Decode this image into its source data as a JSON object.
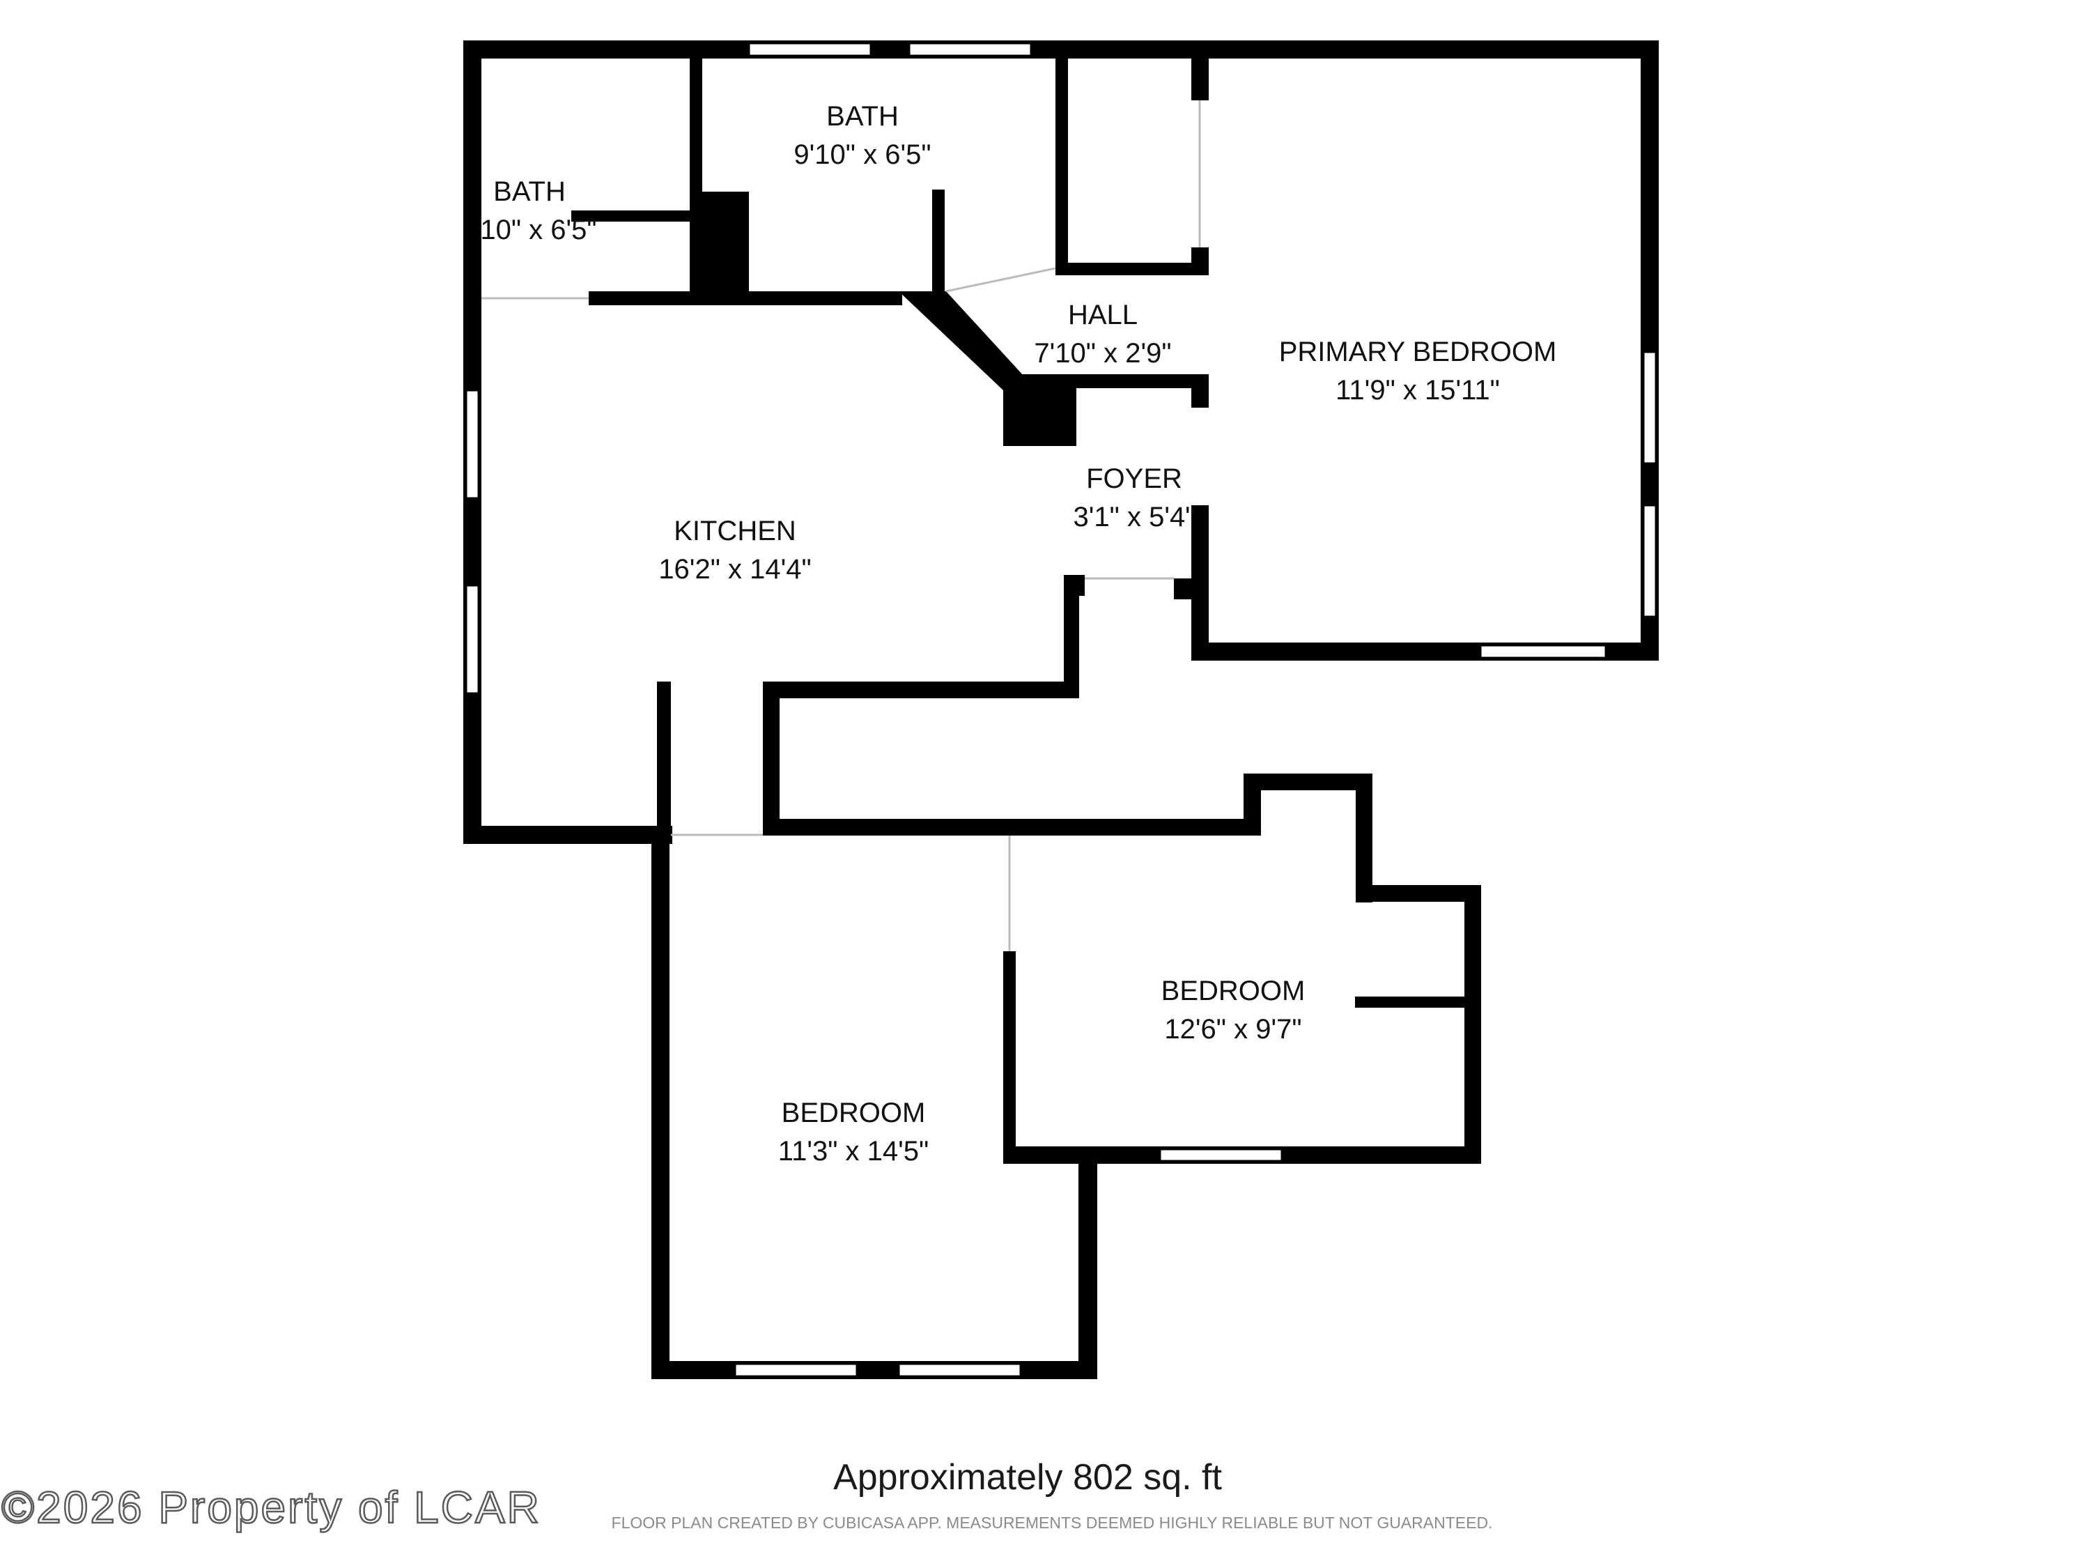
{
  "rooms": {
    "bath_left": {
      "name": "BATH",
      "dims": "10\" x 6'5\""
    },
    "bath_top": {
      "name": "BATH",
      "dims": "9'10\" x 6'5\""
    },
    "hall": {
      "name": "HALL",
      "dims": "7'10\" x 2'9\""
    },
    "primary_bedroom": {
      "name": "PRIMARY BEDROOM",
      "dims": "11'9\" x 15'11\""
    },
    "kitchen": {
      "name": "KITCHEN",
      "dims": "16'2\" x 14'4\""
    },
    "foyer": {
      "name": "FOYER",
      "dims": "3'1\" x 5'4\""
    },
    "bedroom_right": {
      "name": "BEDROOM",
      "dims": "12'6\" x 9'7\""
    },
    "bedroom_bottom": {
      "name": "BEDROOM",
      "dims": "11'3\" x 14'5\""
    }
  },
  "footer": {
    "area": "Approximately 802 sq. ft",
    "disclaimer": "FLOOR PLAN CREATED BY CUBICASA APP. MEASUREMENTS DEEMED HIGHLY RELIABLE BUT NOT GUARANTEED."
  },
  "watermark": "©2026 Property of LCAR",
  "colors": {
    "wall": "#000000",
    "background": "#ffffff",
    "window": "#ffffff"
  }
}
